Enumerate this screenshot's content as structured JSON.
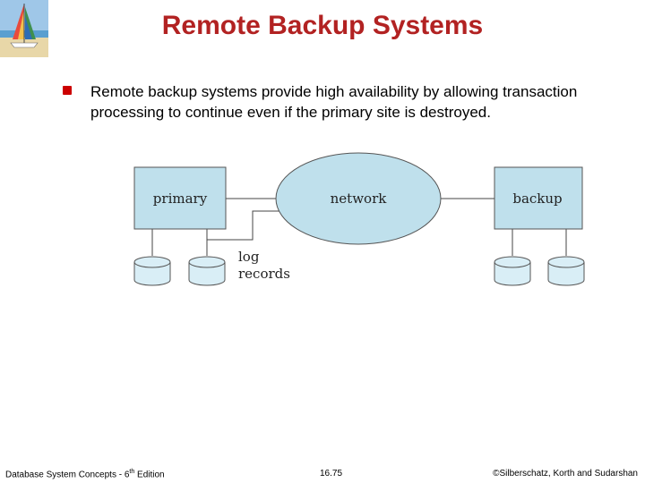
{
  "slide": {
    "title": "Remote Backup Systems",
    "bullets": [
      "Remote backup systems provide high availability by allowing transaction processing to continue even if the primary site is destroyed."
    ]
  },
  "diagram": {
    "primary_label": "primary",
    "network_label": "network",
    "backup_label": "backup",
    "log_label_line1": "log",
    "log_label_line2": "records"
  },
  "footer": {
    "left_prefix": "Database System Concepts - 6",
    "left_sup": "th",
    "left_suffix": " Edition",
    "center": "16.75",
    "right": "©Silberschatz, Korth and Sudarshan"
  },
  "colors": {
    "title": "#b22222",
    "bullet": "#cc0000",
    "box_fill": "#bfe0ec",
    "disk_fill": "#d9eef6"
  }
}
